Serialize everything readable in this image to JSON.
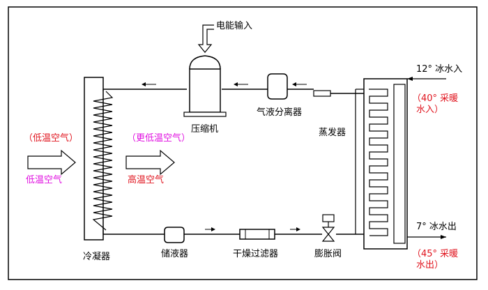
{
  "labels": {
    "power_input": "电能输入",
    "compressor": "压缩机",
    "gas_liquid_separator": "气液分离器",
    "evaporator": "蒸发器",
    "condenser": "冷凝器",
    "liquid_receiver": "储液器",
    "dryer_filter": "干燥过滤器",
    "expansion_valve": "膨胀阀",
    "low_temp_air_paren": "（低温空气）",
    "lower_temp_air_paren": "（更低温空气）",
    "low_temp_air": "低温空气",
    "high_temp_air": "高温空气",
    "chilled_water_in": "12°  冰水入",
    "chilled_water_out": "7°  冰水出",
    "heating_water_in_line1": "（40°  采暖",
    "heating_water_in_line2": "水入）",
    "heating_water_out_line1": "（45°  采暖",
    "heating_water_out_line2": "水出）"
  },
  "colors": {
    "line": "#000000",
    "red_text": "#e0141e",
    "magenta_text": "#e010e0"
  }
}
